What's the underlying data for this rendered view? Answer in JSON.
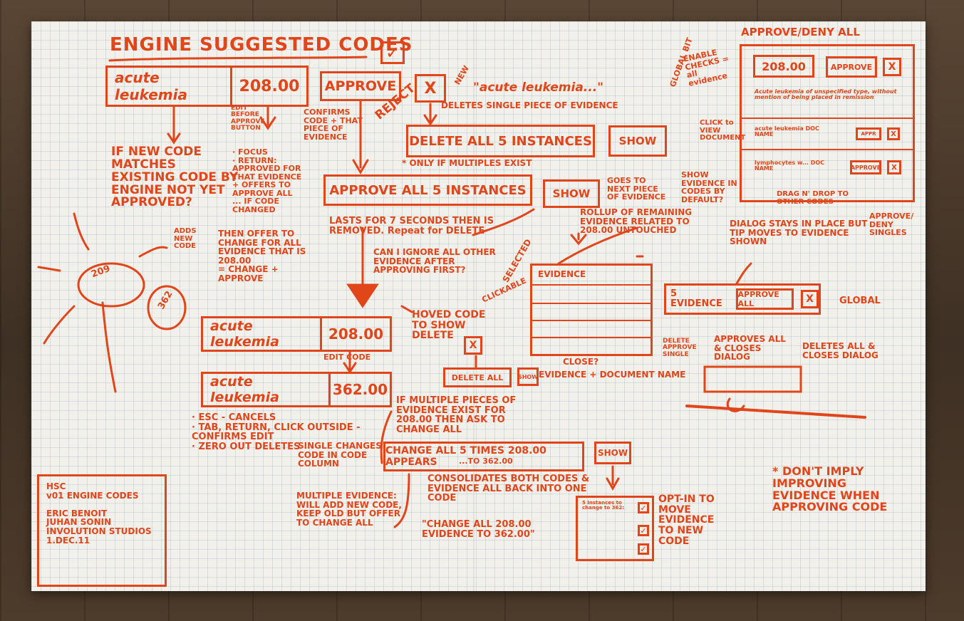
{
  "title": "ENGINE SUGGESTED CODES",
  "code_row_1": {
    "description": "acute leukemia",
    "code": "208.00"
  },
  "approve_label": "APPROVE",
  "reject_label": "REJECT",
  "close_glyph": "X",
  "new_label": "NEW",
  "new_quote": "\"acute leukemia...\"",
  "deletes_single_note": "DELETES SINGLE PIECE OF EVIDENCE",
  "confirms_note": "CONFIRMS CODE + THAT PIECE OF EVIDENCE",
  "delete_all_label": "DELETE ALL 5 INSTANCES",
  "show_label": "SHOW",
  "only_if_multiple": "* ONLY IF MULTIPLES EXIST",
  "approve_all_label": "APPROVE ALL 5 INSTANCES",
  "goes_to_next": "GOES TO NEXT PIECE OF EVIDENCE",
  "edit_before_approve": "EDIT BEFORE APPROVE BUTTON",
  "if_new_code": "IF NEW CODE MATCHES EXISTING CODE BY ENGINE NOT YET APPROVED?",
  "focus_notes": "· FOCUS\n· RETURN: APPROVED FOR THAT EVIDENCE\n+ OFFERS TO APPROVE ALL\n... IF CODE CHANGED",
  "adds_new_code": "ADDS NEW CODE",
  "then_offer": "THEN OFFER TO CHANGE FOR ALL EVIDENCE THAT IS 208.00\n= CHANGE + APPROVE",
  "lasts_note": "LASTS FOR 7 SECONDS THEN IS REMOVED. Repeat for DELETE",
  "can_ignore_note": "CAN I IGNORE ALL OTHER EVIDENCE AFTER APPROVING FIRST?",
  "rollup_note": "ROLLUP OF REMAINING EVIDENCE RELATED TO 208.00 UNTOUCHED",
  "selected_label": "SELECTED",
  "clickable_label": "CLICKABLE",
  "evidence_label": "EVIDENCE",
  "delete_approve_single": "DELETE APPROVE SINGLE",
  "close_q": "CLOSE?",
  "evidence_doc_name": "EVIDENCE + DOCUMENT NAME",
  "hovered_code": "HOVED CODE TO SHOW DELETE",
  "code_row_2": {
    "description": "acute leukemia",
    "code": "208.00"
  },
  "edit_code": "EDIT CODE",
  "code_row_3": {
    "description": "acute leukemia",
    "code": "362.00"
  },
  "delete_all_small": "DELETE ALL",
  "esc_notes": "· ESC - CANCELS\n· TAB, RETURN, CLICK OUTSIDE - CONFIRMS EDIT\n· ZERO OUT DELETES",
  "multiple_pieces": "IF MULTIPLE PIECES OF EVIDENCE EXIST FOR 208.00 THEN ASK TO CHANGE ALL",
  "change_all_label": "CHANGE ALL 5 TIMES 208.00 APPEARS",
  "change_all_sub": "...TO 362.00",
  "consolidates_note": "CONSOLIDATES BOTH CODES & EVIDENCE ALL BACK INTO ONE CODE",
  "change_all_quote": "\"CHANGE ALL 208.00 EVIDENCE TO 362.00\"",
  "singles_changes": "SINGLE CHANGES CODE IN CODE COLUMN",
  "multiple_evidence": "MULTIPLE EVIDENCE: WILL ADD NEW CODE, KEEP OLD BUT OFFER TO CHANGE ALL",
  "opt_in": "OPT-IN TO MOVE EVIDENCE TO NEW CODE",
  "instances_dialog": "5 Instances to change to 362:",
  "approve_deny_all": "APPROVE/DENY ALL",
  "global_bit": "GLOBAL BIT",
  "enable_note": "ENABLE CHECKS = all evidence",
  "panel_code": "208.00",
  "panel_approve": "APPROVE",
  "panel_desc": "Acute leukemia of unspecified type, without mention of being placed in remission",
  "click_to_view": "CLICK to VIEW DOCUMENT",
  "panel_row_a": "acute leukemia DOC NAME",
  "panel_row_b": "lymphocytes w... DOC NAME",
  "panel_approve_small": "APPR",
  "show_evidence": "SHOW EVIDENCE IN CODES BY DEFAULT?",
  "drag_drop": "DRAG N' DROP TO OTHER CODES",
  "approve_deny_singles": "APPROVE/ DENY SINGLES",
  "dialog_note": "DIALOG STAYS IN PLACE BUT TIP MOVES TO EVIDENCE SHOWN",
  "five_evidence": "5 EVIDENCE",
  "approve_all_small": "APPROVE ALL",
  "global_label": "GLOBAL",
  "approves_all_closes": "APPROVES ALL & CLOSES DIALOG",
  "deletes_all_closes": "DELETES ALL & CLOSES DIALOG",
  "sticker_lines": "HSC\nv01 ENGINE CODES\n\nERIC BENOIT\nJUHAN SONIN\nINVOLUTION STUDIOS\n1.DEC.11",
  "dont_imply": "* DON'T IMPLY IMPROVING EVIDENCE WHEN APPROVING CODE",
  "circle_code_a": "209",
  "circle_code_b": "362",
  "accent_color": "#e0461a"
}
